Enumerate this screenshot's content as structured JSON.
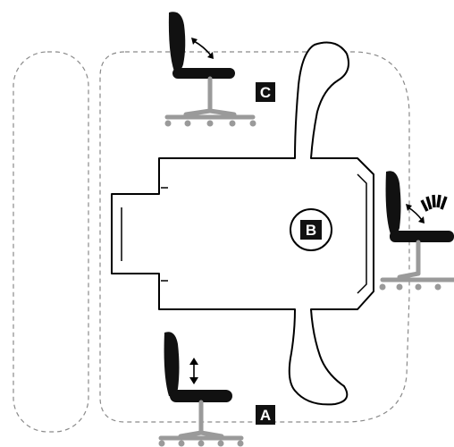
{
  "labels": {
    "a": "A",
    "b": "B",
    "c": "C"
  },
  "icons": {
    "chair_a": "office-chair-icon",
    "chair_b": "office-chair-icon",
    "chair_c": "office-chair-icon",
    "height_adjust": "vertical-arrow-icon",
    "backrest_tilt": "curved-arrow-icon",
    "recline_fan": "recline-fan-icon"
  },
  "colors": {
    "outline": "#000000",
    "dashed": "#8a8a8a",
    "chair": "#111111",
    "chair_base": "#9a9a9a"
  }
}
